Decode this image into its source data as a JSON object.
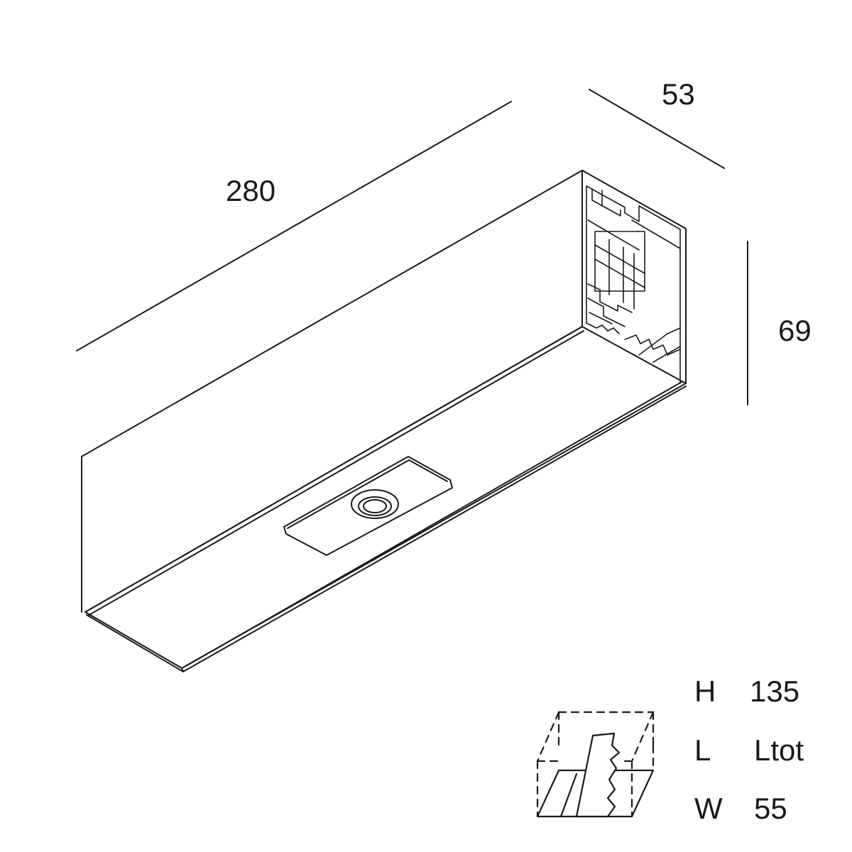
{
  "dimensions": {
    "length": "280",
    "depth": "53",
    "height": "69"
  },
  "specs": [
    {
      "key": "H",
      "value": "135"
    },
    {
      "key": "L",
      "value": "Ltot"
    },
    {
      "key": "W",
      "value": "55"
    }
  ],
  "colors": {
    "line": "#1a1a1a",
    "background": "#ffffff"
  }
}
